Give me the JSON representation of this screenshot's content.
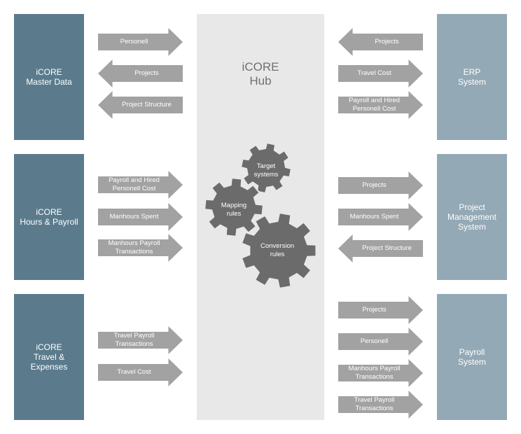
{
  "hub": {
    "title_lines": [
      "iCORE",
      "Hub"
    ]
  },
  "left_systems": [
    {
      "lines": [
        "iCORE",
        "Master Data"
      ]
    },
    {
      "lines": [
        "iCORE",
        "Hours & Payroll"
      ]
    },
    {
      "lines": [
        "iCORE",
        "Travel & Expenses"
      ]
    }
  ],
  "right_systems": [
    {
      "lines": [
        "ERP",
        "System"
      ]
    },
    {
      "lines": [
        "Project",
        "Management",
        "System"
      ]
    },
    {
      "lines": [
        "Payroll",
        "System"
      ]
    }
  ],
  "left_arrows": [
    {
      "lines": [
        "Personell"
      ],
      "direction": "to-hub"
    },
    {
      "lines": [
        "Projects"
      ],
      "direction": "from-hub"
    },
    {
      "lines": [
        "Project Structure"
      ],
      "direction": "from-hub"
    },
    {
      "lines": [
        "Payroll and Hired",
        "Personell Cost"
      ],
      "direction": "to-hub"
    },
    {
      "lines": [
        "Manhours Spent"
      ],
      "direction": "to-hub"
    },
    {
      "lines": [
        "Manhours Payroll",
        "Transactions"
      ],
      "direction": "to-hub"
    },
    {
      "lines": [
        "Travel Payroll",
        "Transactions"
      ],
      "direction": "to-hub"
    },
    {
      "lines": [
        "Travel Cost"
      ],
      "direction": "to-hub"
    }
  ],
  "right_arrows": [
    {
      "lines": [
        "Projects"
      ],
      "direction": "to-hub"
    },
    {
      "lines": [
        "Travel Cost"
      ],
      "direction": "from-hub"
    },
    {
      "lines": [
        "Payroll and Hired",
        "Personell Cost"
      ],
      "direction": "from-hub"
    },
    {
      "lines": [
        "Projects"
      ],
      "direction": "from-hub"
    },
    {
      "lines": [
        "Manhours Spent"
      ],
      "direction": "from-hub"
    },
    {
      "lines": [
        "Project Structure"
      ],
      "direction": "to-hub"
    },
    {
      "lines": [
        "Projects"
      ],
      "direction": "from-hub"
    },
    {
      "lines": [
        "Personell"
      ],
      "direction": "from-hub"
    },
    {
      "lines": [
        "Manhours Payroll",
        "Transactions"
      ],
      "direction": "from-hub"
    },
    {
      "lines": [
        "Travel Payroll",
        "Transactions"
      ],
      "direction": "from-hub"
    }
  ],
  "gears": [
    {
      "lines": [
        "Target",
        "systems"
      ]
    },
    {
      "lines": [
        "Mapping",
        "rules"
      ]
    },
    {
      "lines": [
        "Conversion",
        "rules"
      ]
    }
  ],
  "colors": {
    "left_system": "#5b7b8d",
    "right_system": "#93a9b5",
    "hub": "#e8e8e8",
    "arrow": "#a2a2a2",
    "gear": "#6b6b6b"
  }
}
